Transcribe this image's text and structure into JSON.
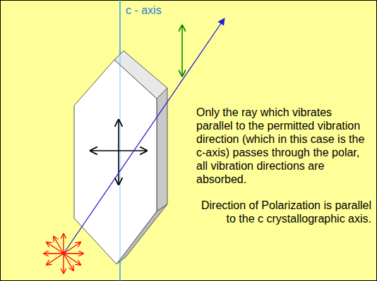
{
  "diagram": {
    "labels": [
      "c - axis",
      "Only the ray which vibrates parallel to the permitted vibration direction (which in this case is the c-axis) passes through the polar, all vibration directions are absorbed.",
      "Direction of Polarization is parallel to the c crystallographic axis."
    ]
  }
}
